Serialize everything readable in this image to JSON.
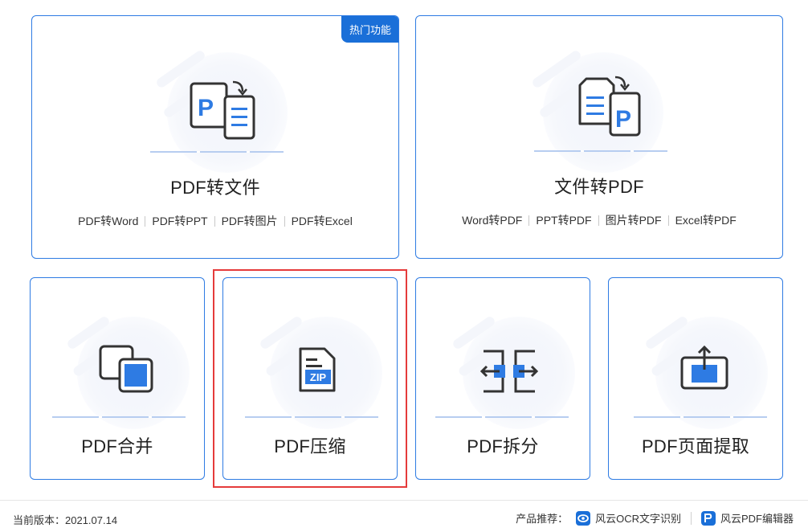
{
  "cards": {
    "pdf_to_file": {
      "title": "PDF转文件",
      "badge": "热门功能",
      "subs": [
        "PDF转Word",
        "PDF转PPT",
        "PDF转图片",
        "PDF转Excel"
      ]
    },
    "file_to_pdf": {
      "title": "文件转PDF",
      "subs": [
        "Word转PDF",
        "PPT转PDF",
        "图片转PDF",
        "Excel转PDF"
      ]
    },
    "merge": {
      "title": "PDF合并"
    },
    "compress": {
      "title": "PDF压缩",
      "icon_text": "ZIP"
    },
    "split": {
      "title": "PDF拆分"
    },
    "extract": {
      "title": "PDF页面提取"
    }
  },
  "footer": {
    "version": "当前版本：2021.07.14",
    "recommend_label": "产品推荐：",
    "products": [
      "风云OCR文字识别",
      "风云PDF编辑器"
    ]
  },
  "colors": {
    "accent": "#2e7be3",
    "badge": "#1a6fd8",
    "highlight": "#e53b3b",
    "icon_stroke": "#333333"
  }
}
